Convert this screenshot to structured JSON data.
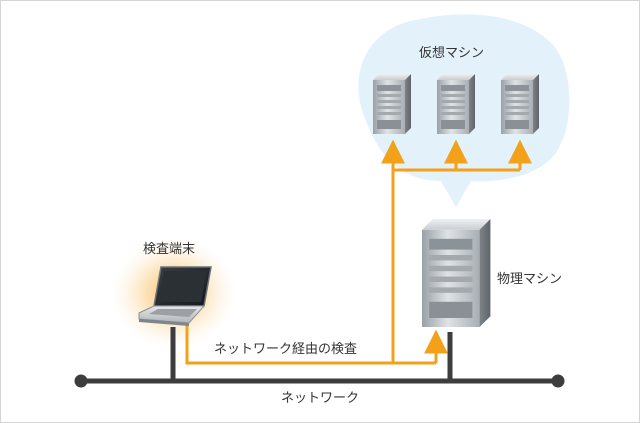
{
  "labels": {
    "virtual_machines": "仮想マシン",
    "physical_machine": "物理マシン",
    "inspection_terminal": "検査端末",
    "inspection_via_network": "ネットワーク経由の検査",
    "network": "ネットワーク"
  },
  "colors": {
    "cloud": "#e3f1fb",
    "arrow": "#f3a01a",
    "network_line": "#3d3d3d",
    "label": "#333333",
    "server_body": "#b8bec2",
    "glow": "#f6c16c"
  },
  "icons": {
    "virtual_server": "server-tower-icon",
    "physical_server": "server-tower-icon",
    "terminal": "laptop-icon"
  }
}
